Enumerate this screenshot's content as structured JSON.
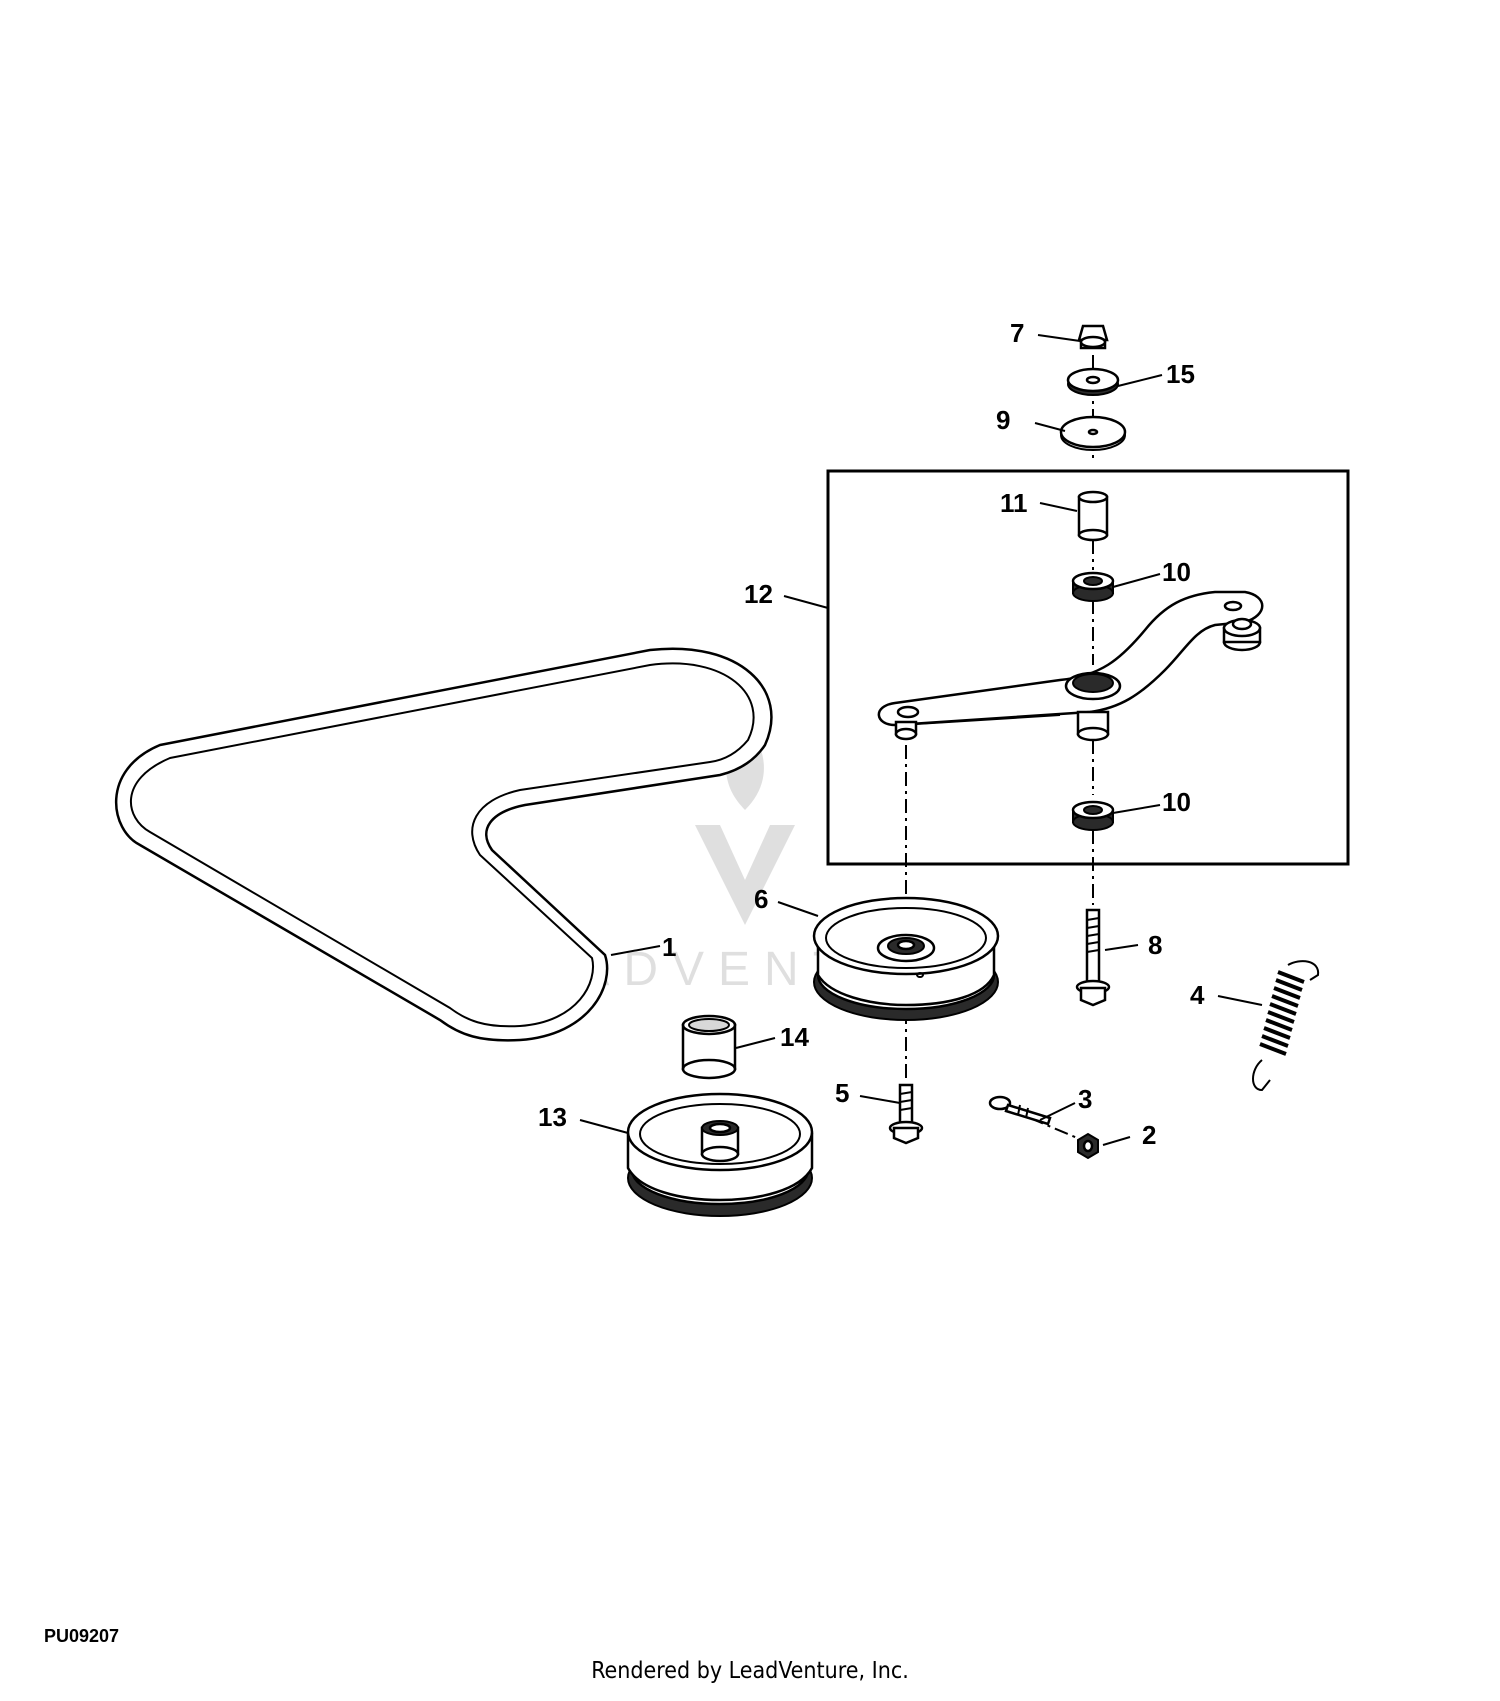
{
  "diagram": {
    "figure_id": "PU09207",
    "footer": "Rendered by LeadVenture, Inc.",
    "callouts": {
      "c1": "1",
      "c2": "2",
      "c3": "3",
      "c4": "4",
      "c5": "5",
      "c6": "6",
      "c7": "7",
      "c8": "8",
      "c9": "9",
      "c10a": "10",
      "c10b": "10",
      "c11": "11",
      "c12": "12",
      "c13": "13",
      "c14": "14",
      "c15": "15"
    },
    "watermark": "LEADVENTURE"
  }
}
